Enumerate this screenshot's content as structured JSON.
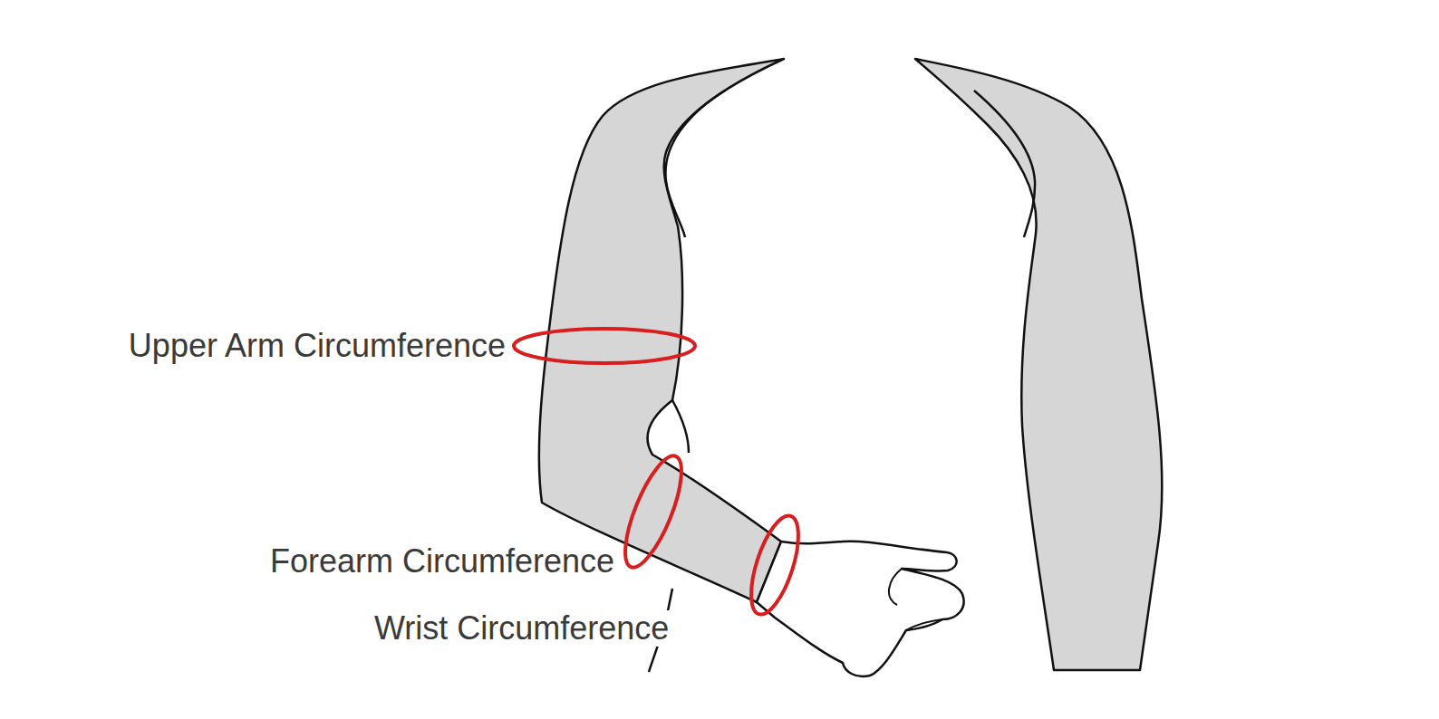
{
  "diagram": {
    "labels": [
      "Upper Arm Circumference",
      "Forearm Circumference",
      "Wrist Circumference"
    ]
  }
}
